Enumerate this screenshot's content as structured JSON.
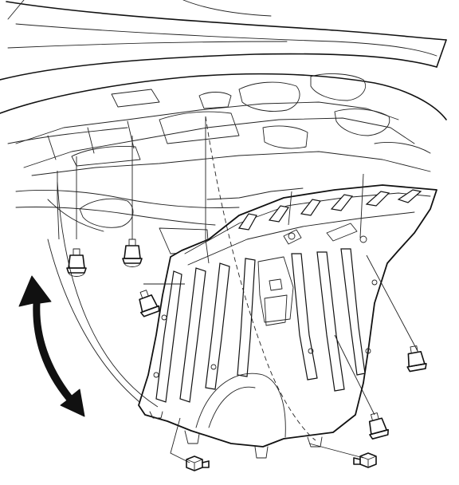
{
  "diagram": {
    "components": [
      {
        "id": "vehicle-underbody",
        "icon": "underbody-outline"
      },
      {
        "id": "splash-shield",
        "icon": "undercover-panel"
      },
      {
        "id": "clip",
        "icon": "push-clip-icon"
      },
      {
        "id": "bolt",
        "icon": "flange-bolt-icon"
      },
      {
        "id": "removal-arrow",
        "icon": "double-curved-arrow-icon"
      }
    ],
    "colors": {
      "line": "#111111",
      "background": "#ffffff",
      "arrow": "#111111"
    }
  }
}
